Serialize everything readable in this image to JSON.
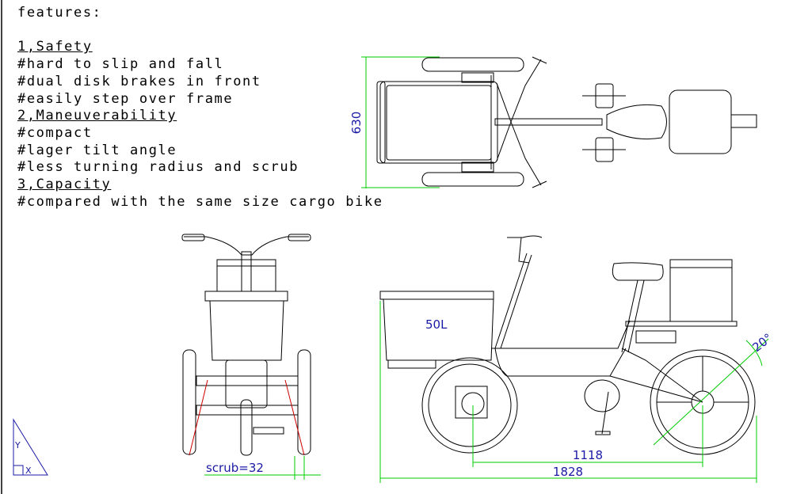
{
  "features": {
    "title": "features:",
    "lines": [
      {
        "text": "1,Safety",
        "heading": true
      },
      {
        "text": "#hard to slip and fall",
        "heading": false
      },
      {
        "text": "#dual disk brakes in front",
        "heading": false
      },
      {
        "text": "#easily step over frame",
        "heading": false
      },
      {
        "text": "2,Maneuverability",
        "heading": true
      },
      {
        "text": "#compact",
        "heading": false
      },
      {
        "text": "#lager tilt angle",
        "heading": false
      },
      {
        "text": "#less turning radius and scrub",
        "heading": false
      },
      {
        "text": "3,Capacity",
        "heading": true
      },
      {
        "text": "#compared with the same size cargo bike",
        "heading": false
      }
    ]
  },
  "dimensions": {
    "top_width": "630",
    "box_volume": "50L",
    "wheelbase": "1118",
    "overall_length": "1828",
    "tilt_angle": "20°",
    "scrub": "scrub=32"
  },
  "ucs": {
    "x": "X",
    "y": "Y"
  },
  "colors": {
    "line": "#000000",
    "dimension": "#00cc00",
    "dim_text": "#1a1aa6",
    "scrub": "#cc0000"
  }
}
